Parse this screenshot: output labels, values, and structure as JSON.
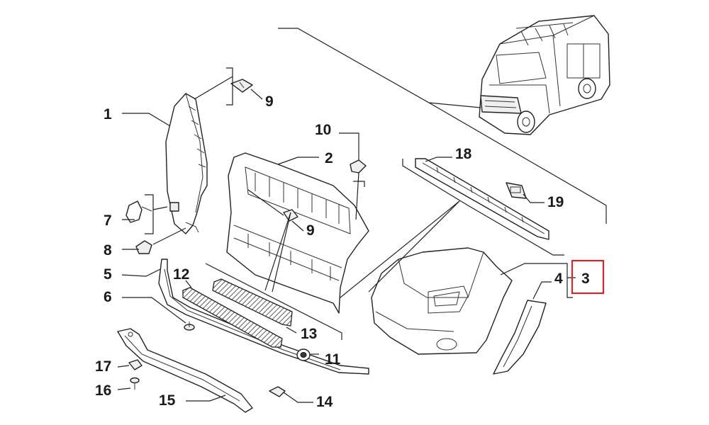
{
  "diagram": {
    "callouts": [
      {
        "id": "1",
        "text": "1"
      },
      {
        "id": "2",
        "text": "2"
      },
      {
        "id": "3",
        "text": "3"
      },
      {
        "id": "4",
        "text": "4"
      },
      {
        "id": "5",
        "text": "5"
      },
      {
        "id": "6",
        "text": "6"
      },
      {
        "id": "7",
        "text": "7"
      },
      {
        "id": "8",
        "text": "8"
      },
      {
        "id": "9a",
        "text": "9"
      },
      {
        "id": "9b",
        "text": "9"
      },
      {
        "id": "10",
        "text": "10"
      },
      {
        "id": "11",
        "text": "11"
      },
      {
        "id": "12",
        "text": "12"
      },
      {
        "id": "13",
        "text": "13"
      },
      {
        "id": "14",
        "text": "14"
      },
      {
        "id": "15",
        "text": "15"
      },
      {
        "id": "16",
        "text": "16"
      },
      {
        "id": "17",
        "text": "17"
      },
      {
        "id": "18",
        "text": "18"
      },
      {
        "id": "19",
        "text": "19"
      }
    ],
    "highlighted_callout": "3",
    "highlight_color": "#d9252b",
    "line_color": "#222222"
  }
}
